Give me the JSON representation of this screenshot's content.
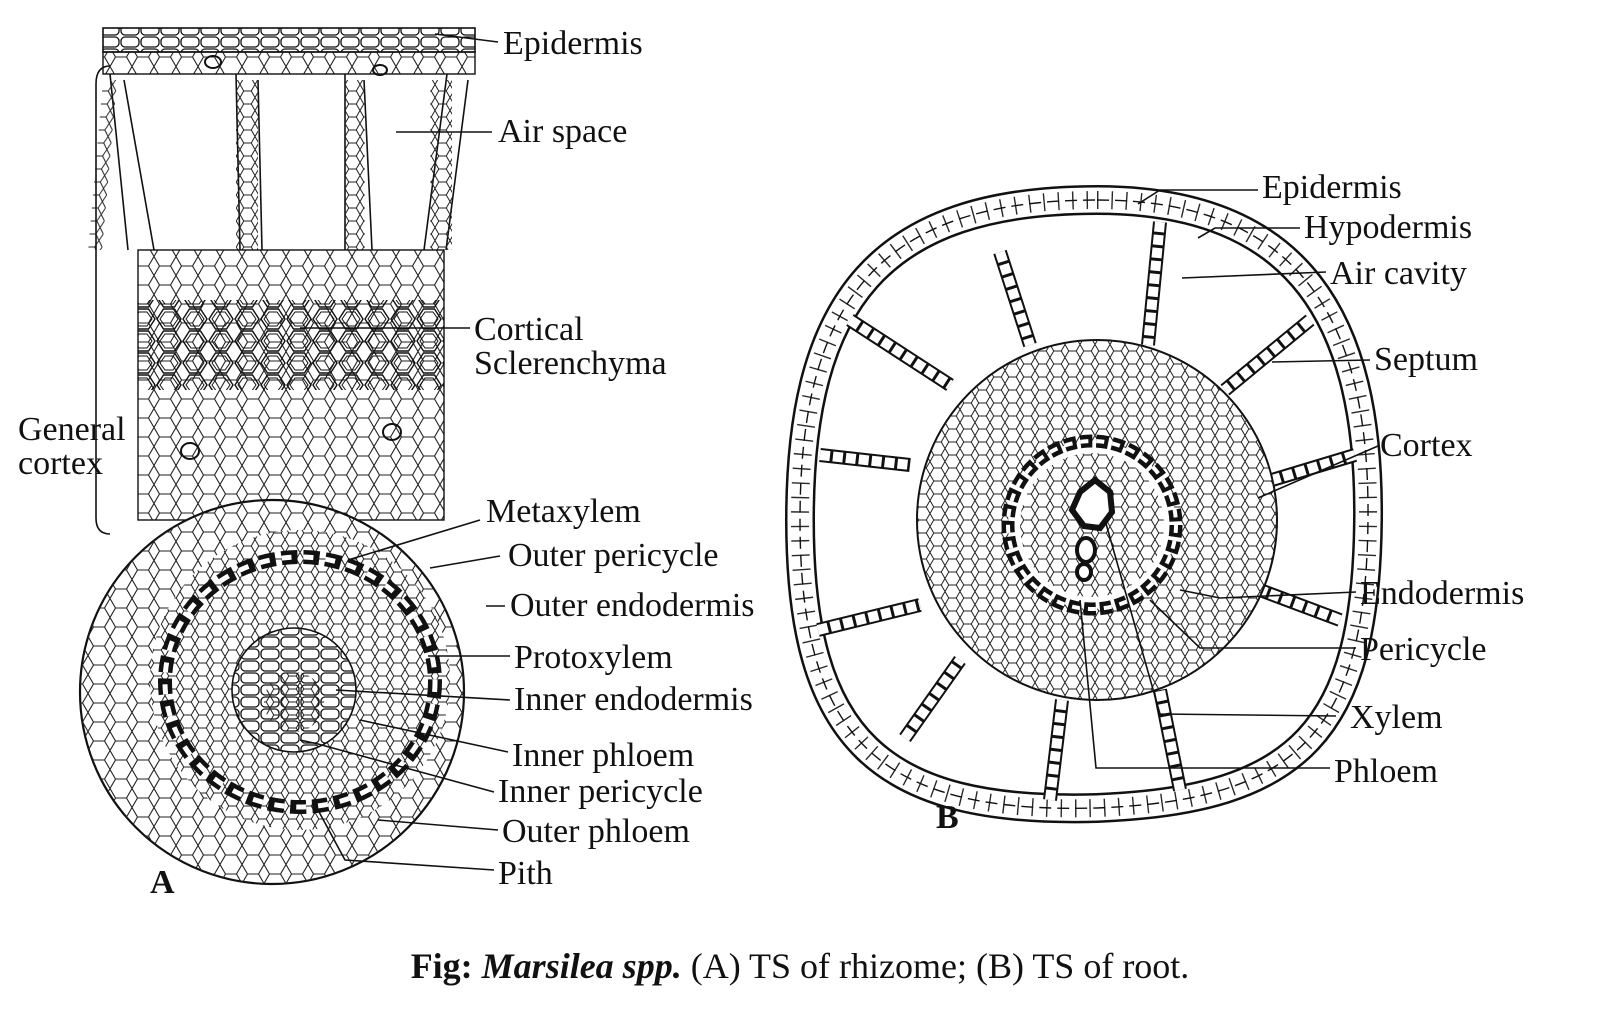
{
  "figure": {
    "panel_a": {
      "letter": "A",
      "labels": {
        "epidermis": "Epidermis",
        "air_space": "Air space",
        "cortical_1": "Cortical",
        "cortical_2": "Sclerenchyma",
        "general_1": "General",
        "general_2": "cortex",
        "metaxylem": "Metaxylem",
        "outer_pericycle": "Outer pericycle",
        "outer_endodermis": "Outer endodermis",
        "protoxylem": "Protoxylem",
        "inner_endodermis": "Inner endodermis",
        "inner_phloem": "Inner phloem",
        "inner_pericycle": "Inner pericycle",
        "outer_phloem": "Outer phloem",
        "pith": "Pith"
      }
    },
    "panel_b": {
      "letter": "B",
      "labels": {
        "epidermis": "Epidermis",
        "hypodermis": "Hypodermis",
        "air_cavity": "Air cavity",
        "septum": "Septum",
        "cortex": "Cortex",
        "endodermis": "Endodermis",
        "pericycle": "Pericycle",
        "xylem": "Xylem",
        "phloem": "Phloem"
      }
    },
    "caption": {
      "prefix": "Fig:",
      "species": "Marsilea spp.",
      "rest": "(A) TS of rhizome; (B) TS of root."
    }
  }
}
